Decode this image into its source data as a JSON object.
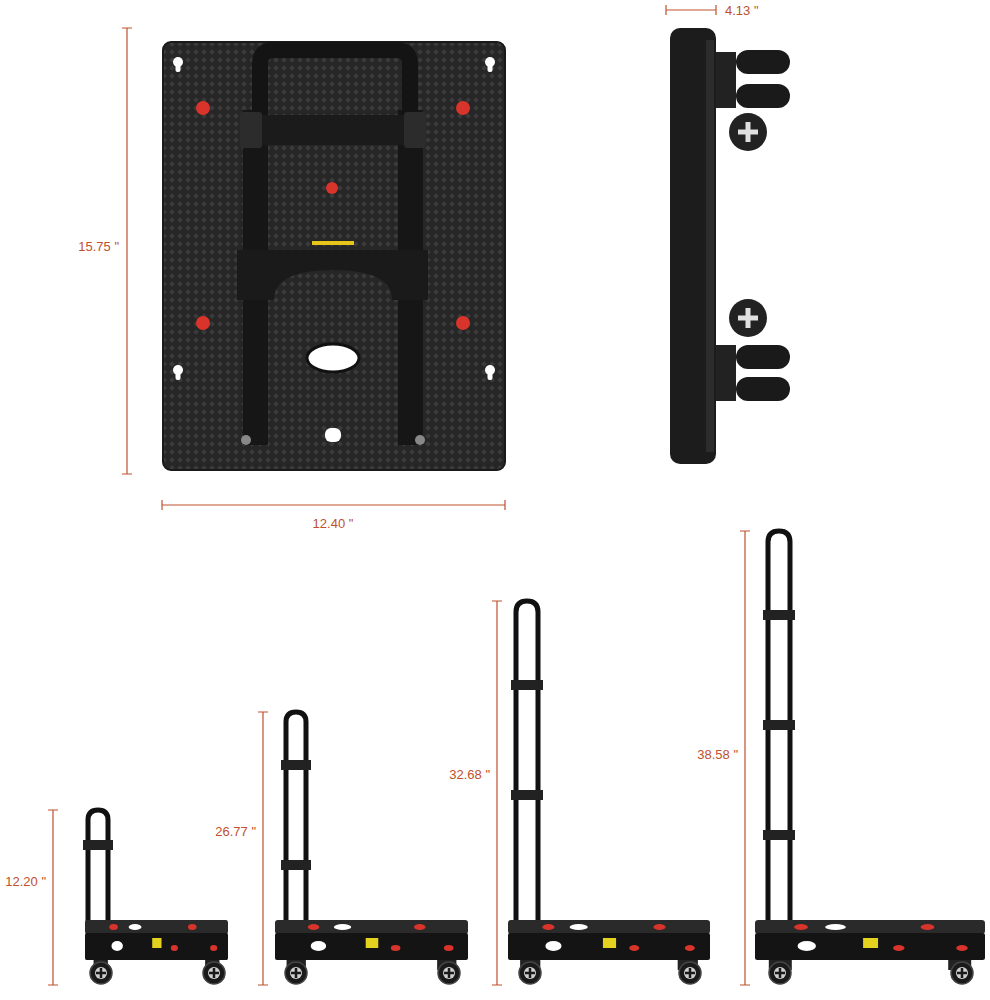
{
  "diagram": {
    "labels": [
      "15.75 \"",
      "12.40 \"",
      "4.13 \"",
      "12.20 \"",
      "26.77 \"",
      "32.68 \"",
      "38.58 \""
    ]
  }
}
